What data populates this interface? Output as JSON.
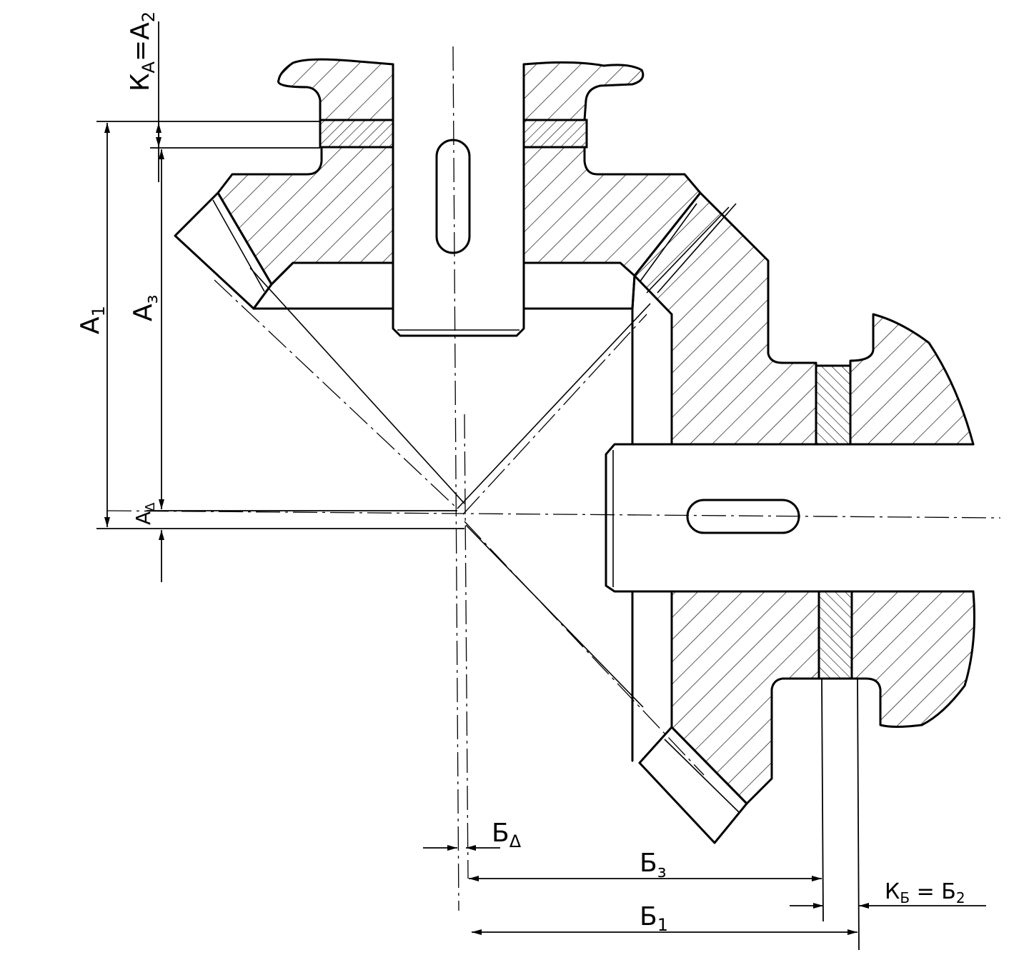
{
  "drawing": {
    "colors": {
      "ink": "#000000",
      "paper": "#ffffff"
    },
    "labels": {
      "ka_a2": {
        "main": "К",
        "sub1": "А",
        "mid": "=А",
        "sub2": "2"
      },
      "a1": {
        "main": "А",
        "sub": "1"
      },
      "a3": {
        "main": "А",
        "sub": "з"
      },
      "a_delta": {
        "main": "А",
        "sub": "Δ"
      },
      "b_delta": {
        "main": "Б",
        "sub": "Δ"
      },
      "b3": {
        "main": "Б",
        "sub": "з"
      },
      "kb_b2": {
        "main": "К",
        "sub1": "Б",
        "mid": " = Б",
        "sub2": "2"
      },
      "b1": {
        "main": "Б",
        "sub": "1"
      }
    }
  }
}
